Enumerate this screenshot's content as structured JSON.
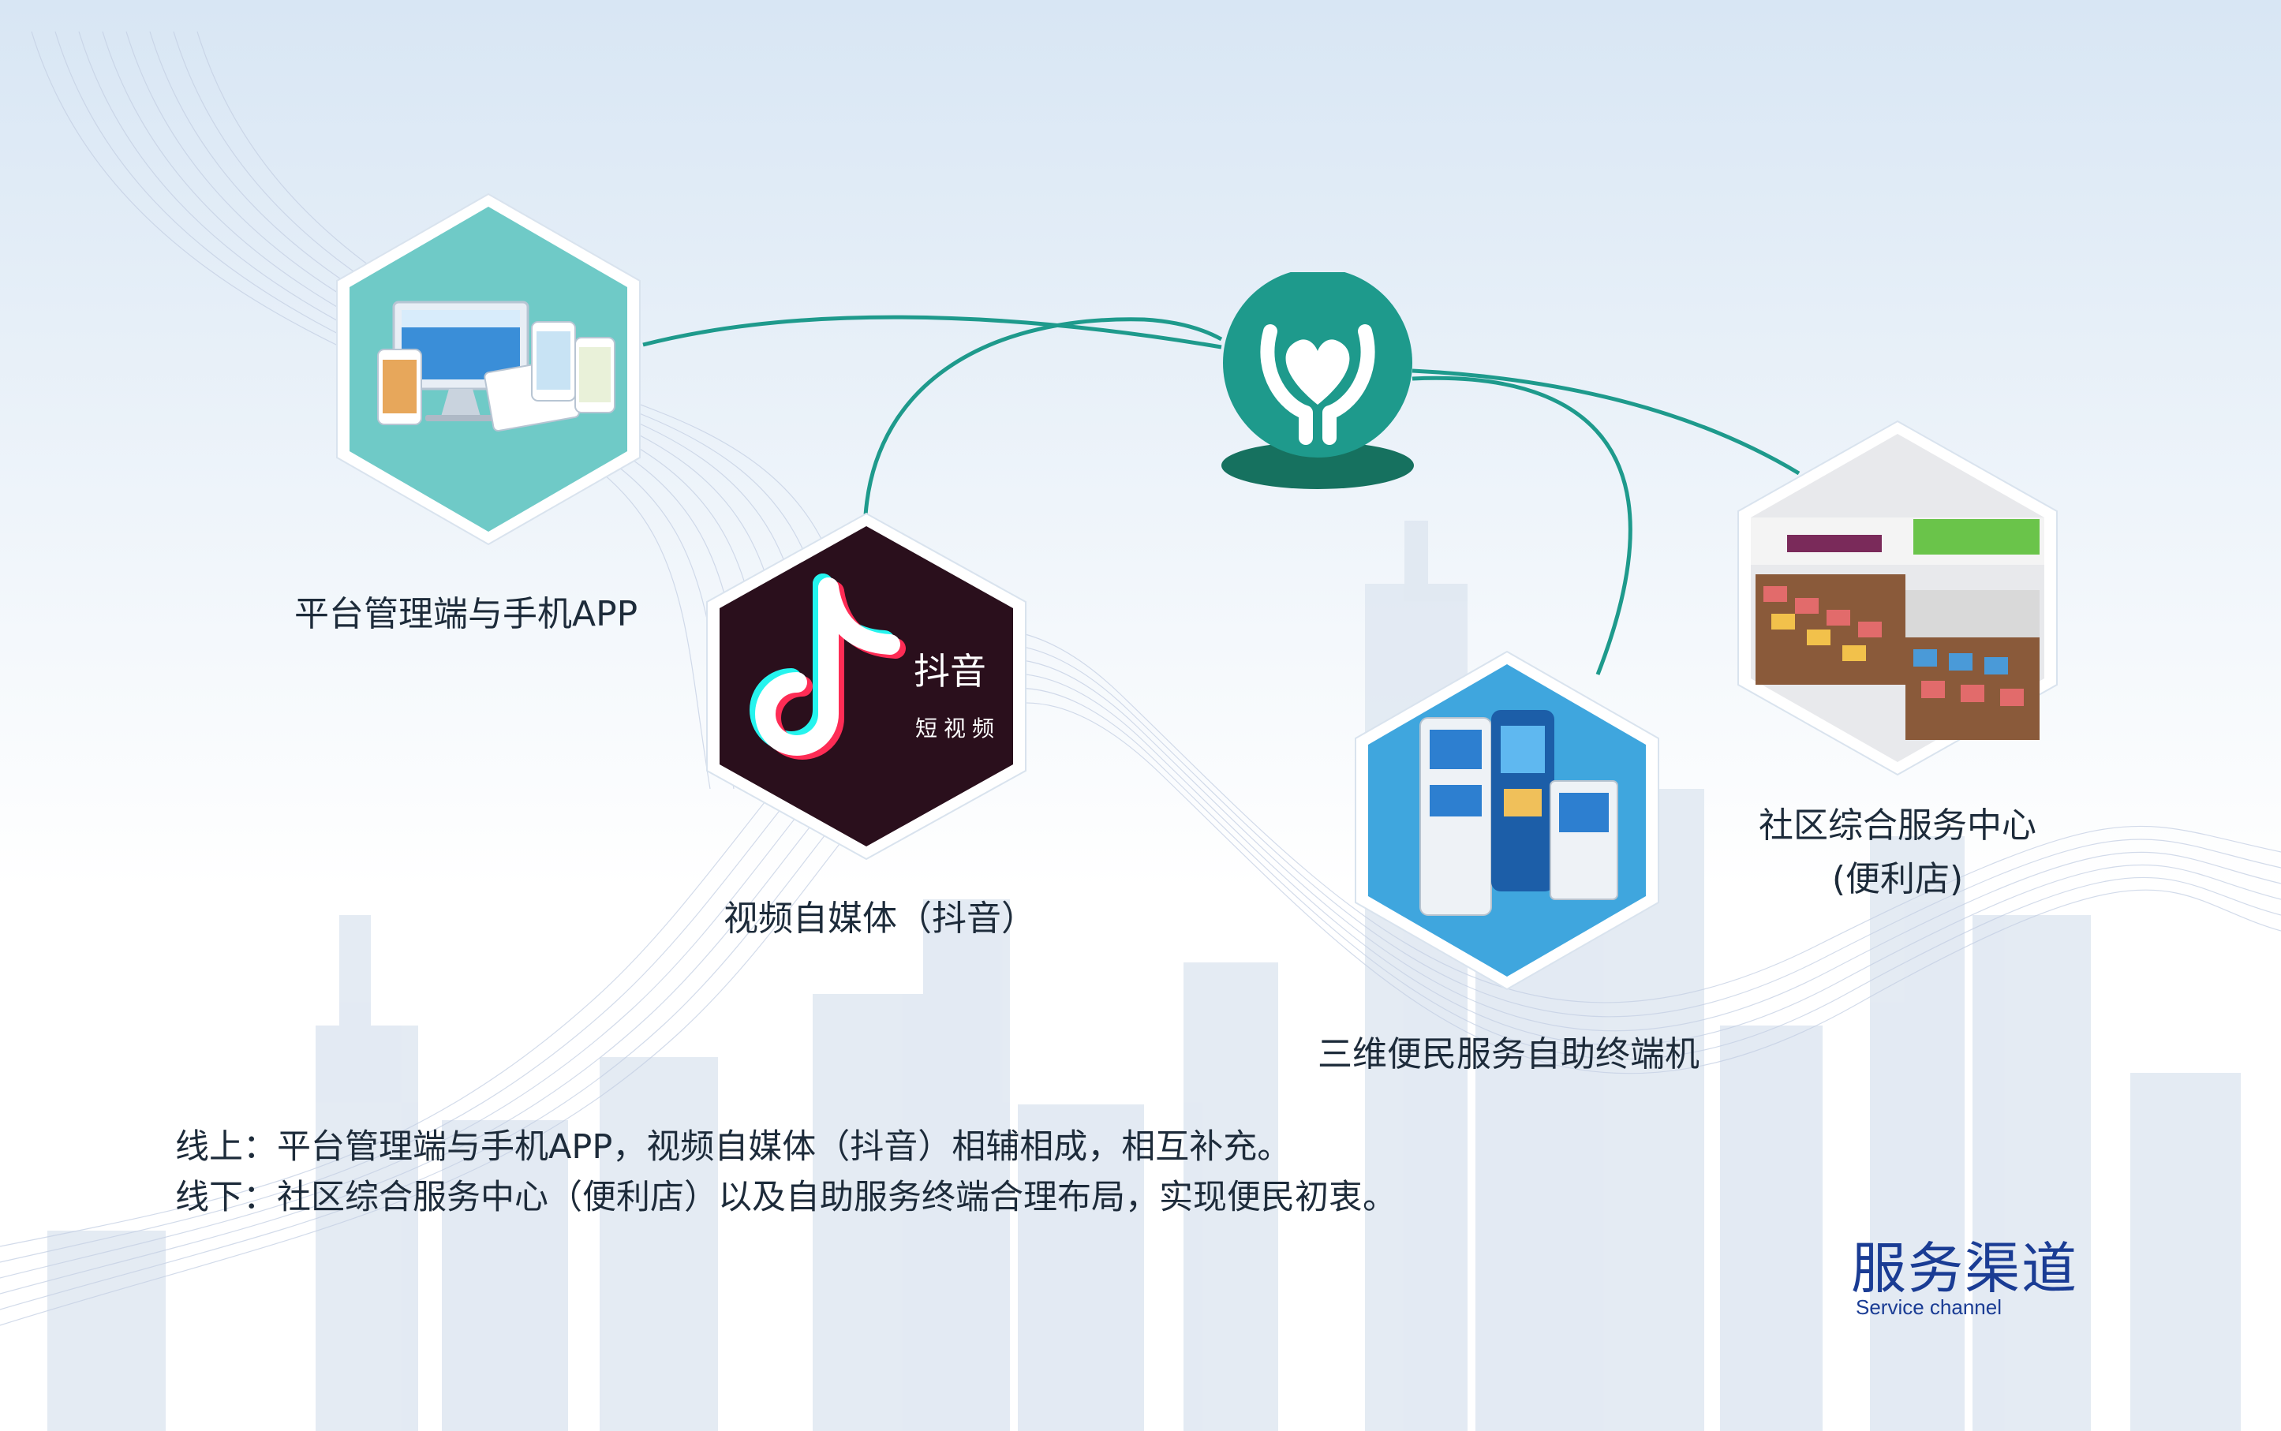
{
  "colors": {
    "teal": "#1e9a8c",
    "teal_dark": "#16715f",
    "navy_title": "#1a3c94",
    "text": "#1d2b3a",
    "tiktok_bg": "#2a0f1c",
    "kiosk_bg": "#3fa6de"
  },
  "nodes": {
    "platform": {
      "label": "平台管理端与手机APP",
      "icon": "desktop-and-mobile-devices-image"
    },
    "douyin": {
      "label": "视频自媒体（抖音）",
      "logo_title": "抖音",
      "logo_subtitle": "短视频",
      "icon": "tiktok-note-icon"
    },
    "hub": {
      "icon": "heart-in-hands-icon"
    },
    "kiosk": {
      "label": "三维便民服务自助终端机",
      "icon": "self-service-kiosk-image"
    },
    "store": {
      "label_line1": "社区综合服务中心",
      "label_line2": "(便利店)",
      "icon": "convenience-store-image"
    }
  },
  "summary": {
    "line1": "线上：平台管理端与手机APP，视频自媒体（抖音）相辅相成，相互补充。",
    "line2": "线下：社区综合服务中心（便利店）以及自助服务终端合理布局，实现便民初衷。"
  },
  "title": {
    "cn": "服务渠道",
    "en": "Service channel"
  }
}
